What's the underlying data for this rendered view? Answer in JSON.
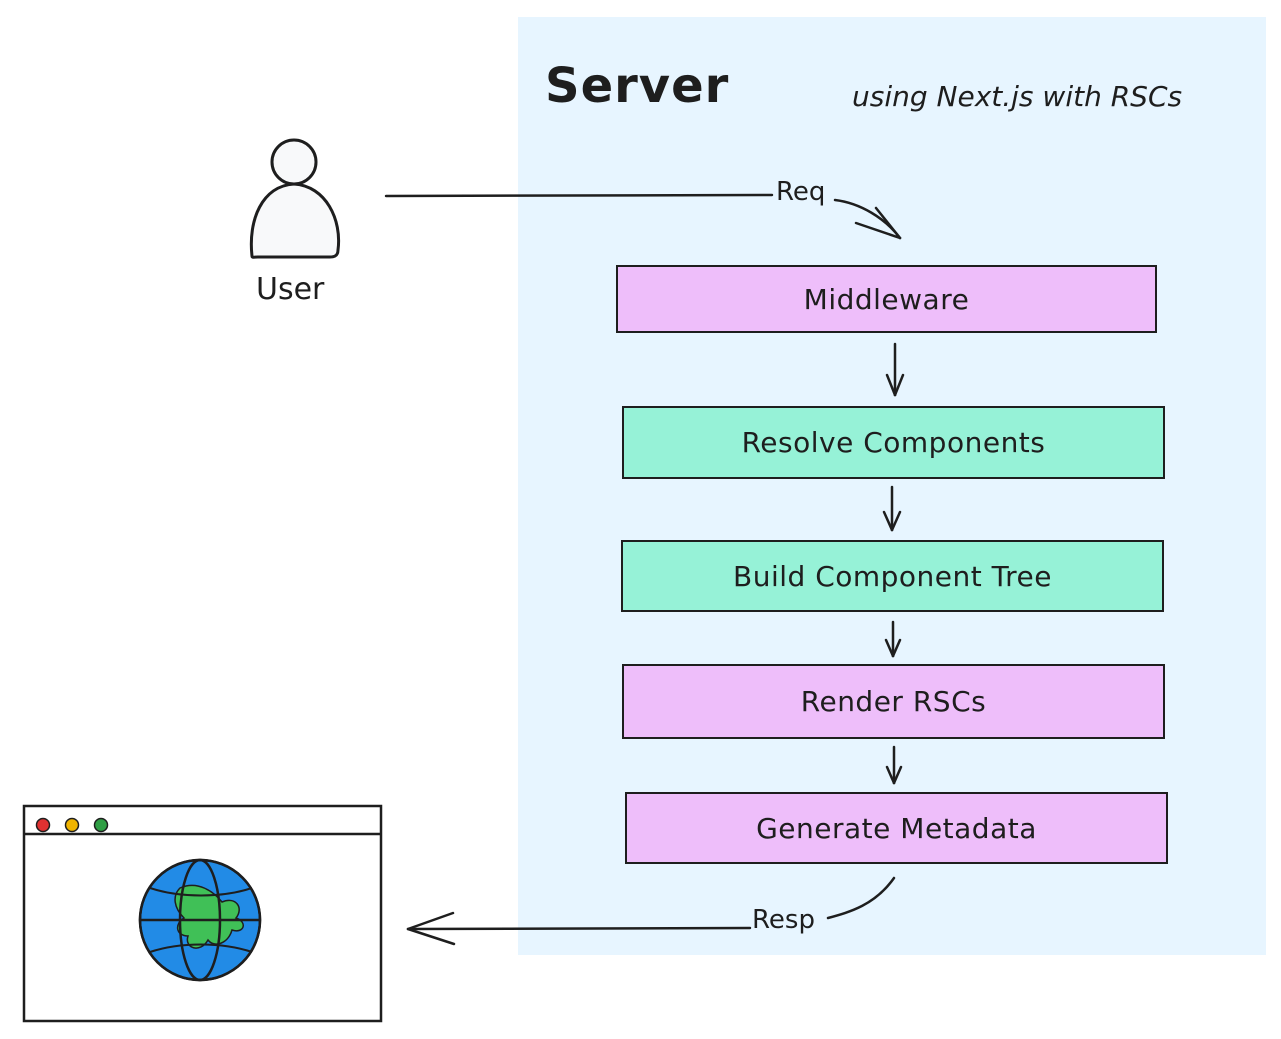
{
  "server": {
    "title": "Server",
    "subtitle": "using Next.js with RSCs"
  },
  "user": {
    "label": "User"
  },
  "arrows": {
    "request_label": "Req",
    "response_label": "Resp"
  },
  "steps": [
    {
      "label": "Middleware",
      "color": "#eebefa"
    },
    {
      "label": "Resolve Components",
      "color": "#96f2d7"
    },
    {
      "label": "Build Component Tree",
      "color": "#96f2d7"
    },
    {
      "label": "Render RSCs",
      "color": "#eebefa"
    },
    {
      "label": "Generate Metadata",
      "color": "#eebefa"
    }
  ],
  "browser": {
    "dots": [
      "#e03131",
      "#f0b400",
      "#2f9e44"
    ],
    "icon": "globe-icon"
  },
  "colors": {
    "server_bg": "#e7f5ff",
    "stroke": "#1e1e1e",
    "globe_water": "#228be6",
    "globe_land": "#40c057"
  }
}
